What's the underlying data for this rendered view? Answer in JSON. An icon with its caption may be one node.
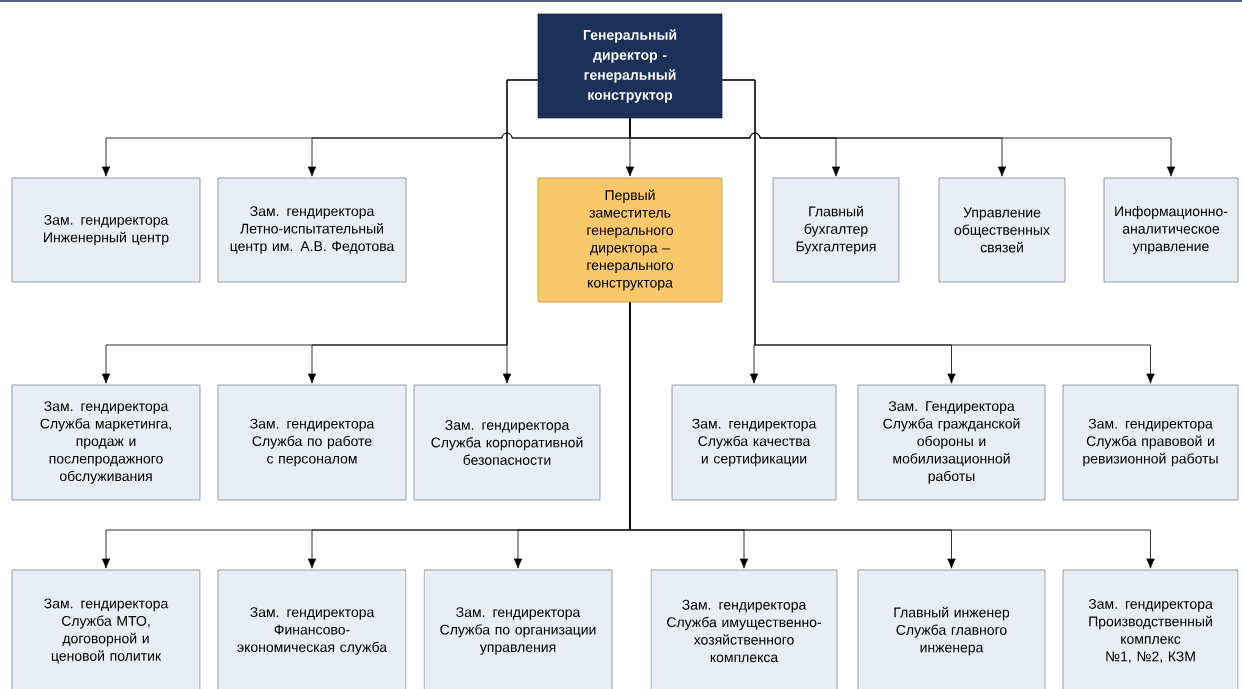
{
  "diagram": {
    "nodes": [
      {
        "text": [
          "Генеральный директор - генеральный конструктор"
        ]
      },
      {
        "text": [
          "Зам. гендиректора Инженерный центр"
        ]
      },
      {
        "text": [
          "Зам. гендиректора Летно-испытательный центр им. А.В. Федотова"
        ]
      },
      {
        "text": [
          "Первый заместитель генерального директора – генерального конструктора"
        ]
      },
      {
        "text": [
          "Главный бухгалтер Бухгалтерия"
        ]
      },
      {
        "text": [
          "Управление общественных связей"
        ]
      },
      {
        "text": [
          "Информационно-аналитическое управление"
        ]
      },
      {
        "text": [
          "Зам. гендиректора Служба маркетинга, продаж и послепродажного обслуживания"
        ]
      },
      {
        "text": [
          "Зам. гендиректора Служба по работе с персоналом"
        ]
      },
      {
        "text": [
          "Зам. гендиректора Служба корпоративной безопасности"
        ]
      },
      {
        "text": [
          "Зам. гендиректора Служба качества и сертификации"
        ]
      },
      {
        "text": [
          "Зам. Гендиректора Служба гражданской обороны и мобилизационной работы"
        ]
      },
      {
        "text": [
          "Зам. гендиректора Служба правовой и ревизионной работы"
        ]
      },
      {
        "text": [
          "Зам. гендиректора Служба МТО, договорной и ценовой политик"
        ]
      },
      {
        "text": [
          "Зам. гендиректора Финансово-экономическая служба"
        ]
      },
      {
        "text": [
          "Зам. гендиректора Служба по организации управления"
        ]
      },
      {
        "text": [
          "Зам. гендиректора Служба имущественно-хозяйственного комплекса"
        ]
      },
      {
        "text": [
          "Главный инженер Служба главного инженера"
        ]
      },
      {
        "text": [
          "Зам. гендиректора Производственный комплекс №1, №2, КЗМ"
        ]
      }
    ],
    "edges": [
      {
        "from": 0,
        "to": 1,
        "arrow": "to"
      },
      {
        "from": 0,
        "to": 2,
        "arrow": "to"
      },
      {
        "from": 0,
        "to": 3,
        "arrow": "to"
      },
      {
        "from": 0,
        "to": 4,
        "arrow": "to"
      },
      {
        "from": 0,
        "to": 5,
        "arrow": "to"
      },
      {
        "from": 0,
        "to": 6,
        "arrow": "to"
      },
      {
        "from": 0,
        "to": 7,
        "arrow": "to"
      },
      {
        "from": 0,
        "to": 8,
        "arrow": "to"
      },
      {
        "from": 0,
        "to": 9,
        "arrow": "to"
      },
      {
        "from": 0,
        "to": 10,
        "arrow": "to"
      },
      {
        "from": 0,
        "to": 11,
        "arrow": "to"
      },
      {
        "from": 0,
        "to": 12,
        "arrow": "to"
      },
      {
        "from": 3,
        "to": 13,
        "arrow": "to"
      },
      {
        "from": 3,
        "to": 14,
        "arrow": "to"
      },
      {
        "from": 3,
        "to": 15,
        "arrow": "to"
      },
      {
        "from": 3,
        "to": 16,
        "arrow": "to"
      },
      {
        "from": 3,
        "to": 17,
        "arrow": "to"
      },
      {
        "from": 3,
        "to": 18,
        "arrow": "to"
      }
    ]
  }
}
